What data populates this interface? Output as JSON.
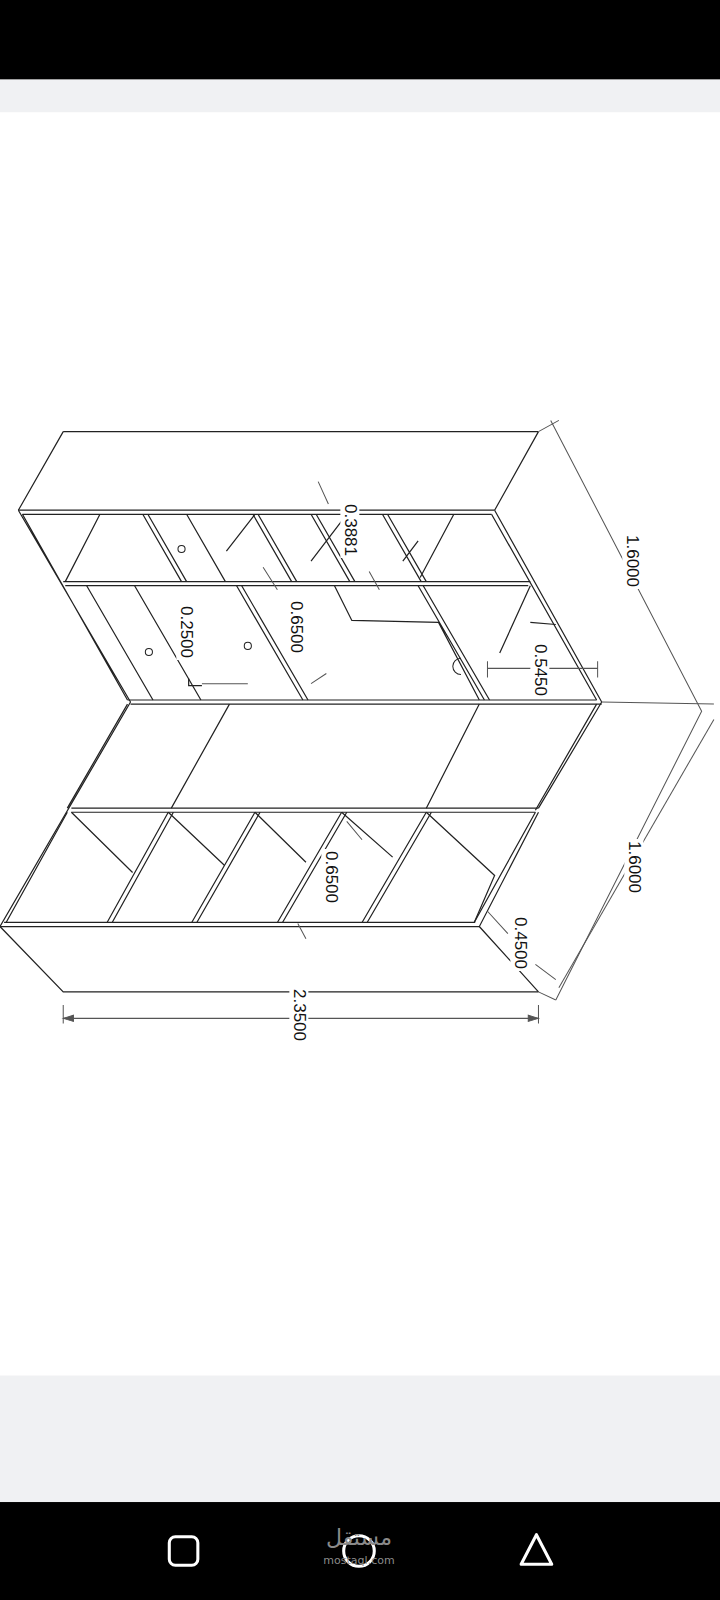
{
  "diagram": {
    "labels": [
      "1.6000",
      "1.6000",
      "0.3881",
      "0.6500",
      "0.2500",
      "0.5450",
      "0.6500",
      "0.4500",
      "2.3500",
      "مستقل",
      "mostaql.com"
    ]
  }
}
